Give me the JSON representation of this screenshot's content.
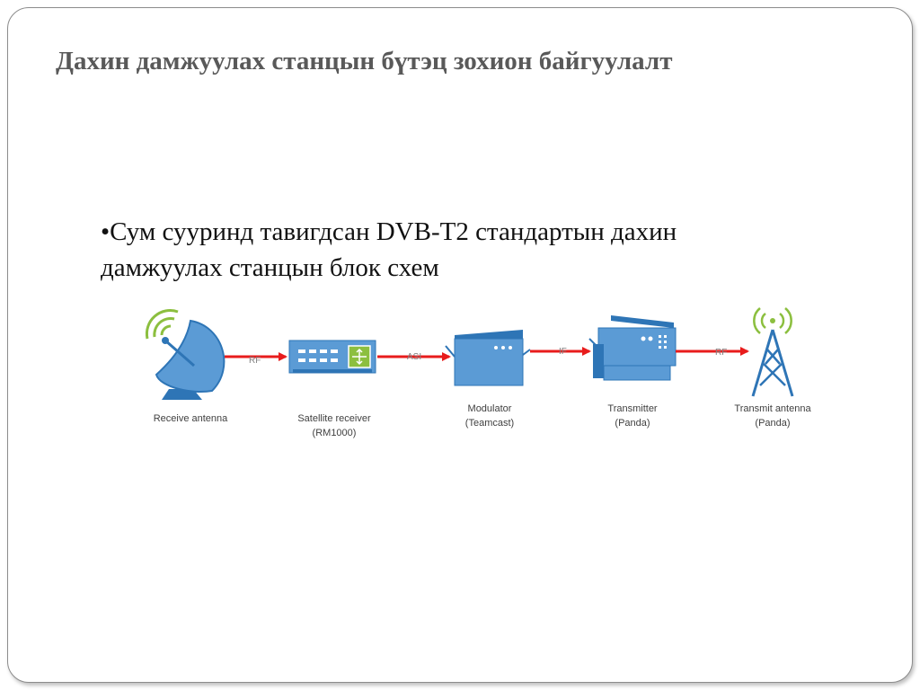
{
  "slide": {
    "title": "Дахин дамжуулах станцын бүтэц зохион байгуулалт",
    "bullet": {
      "marker": "•",
      "line1": "Сум сууринд тавигдсан DVB-T2 стандартын дахин",
      "line2": "дамжуулах станцын блок схем"
    }
  },
  "diagram": {
    "nodes": [
      {
        "icon": "satellite-dish-icon",
        "label_line1": "Receive antenna",
        "label_line2": ""
      },
      {
        "icon": "satellite-receiver-icon",
        "label_line1": "Satellite receiver",
        "label_line2": "(RM1000)"
      },
      {
        "icon": "modulator-icon",
        "label_line1": "Modulator",
        "label_line2": "(Teamcast)"
      },
      {
        "icon": "transmitter-icon",
        "label_line1": "Transmitter",
        "label_line2": "(Panda)"
      },
      {
        "icon": "transmit-tower-icon",
        "label_line1": "Transmit antenna",
        "label_line2": "(Panda)"
      }
    ],
    "links": [
      {
        "from": "Receive antenna",
        "to": "Satellite receiver",
        "label": "RF"
      },
      {
        "from": "Satellite receiver",
        "to": "Modulator",
        "label": "ASI"
      },
      {
        "from": "Modulator",
        "to": "Transmitter",
        "label": "IF"
      },
      {
        "from": "Transmitter",
        "to": "Transmit antenna",
        "label": "RF"
      }
    ],
    "colors": {
      "device_blue": "#5b9bd5",
      "device_dark": "#2e75b6",
      "arrow_red": "#e81c1c",
      "signal_green": "#8cbf3f",
      "label_gray": "#404040"
    }
  }
}
